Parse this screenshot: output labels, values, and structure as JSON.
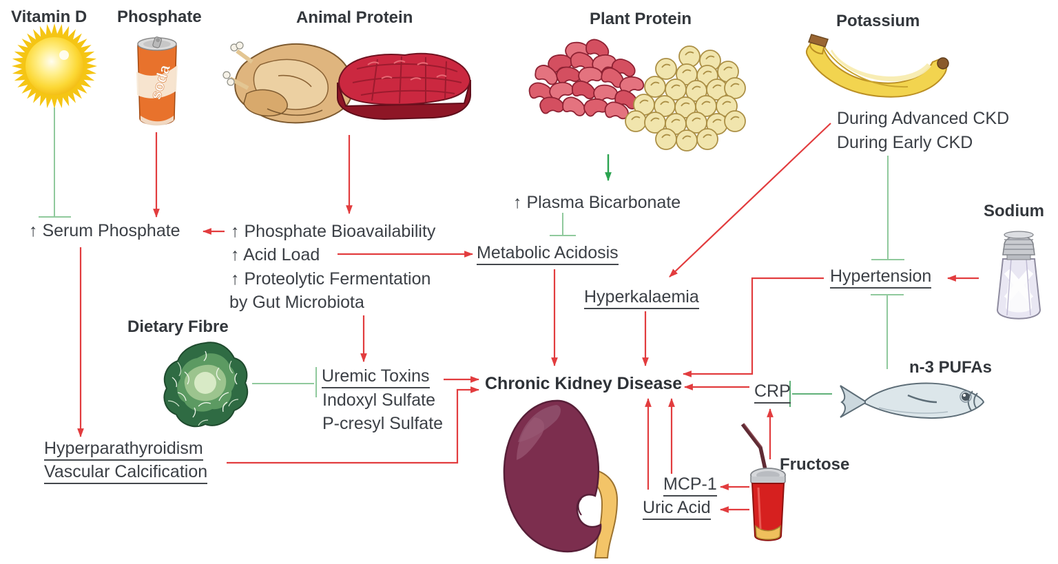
{
  "colors": {
    "promote_arrow_red": "#e23c3e",
    "inhibit_line_green": "#8fc99c",
    "promote_arrow_green": "#2aa34f",
    "text_ink": "#3c4046"
  },
  "factors": {
    "vitamin_d": "Vitamin D",
    "phosphate": "Phosphate",
    "animal_protein": "Animal Protein",
    "plant_protein": "Plant Protein",
    "potassium": "Potassium",
    "sodium": "Sodium",
    "dietary_fibre": "Dietary Fibre",
    "n3_pufas": "n-3 PUFAs",
    "fructose": "Fructose"
  },
  "soda_can_text": "soda",
  "potassium_notes": {
    "advanced": "During Advanced CKD",
    "early": "During Early CKD"
  },
  "nodes": {
    "serum_phosphate": "↑ Serum Phosphate",
    "phosphate_bioavailability": "↑ Phosphate Bioavailability",
    "acid_load": "↑ Acid Load",
    "proteolytic_fermentation": "↑ Proteolytic Fermentation",
    "by_gut_microbiota": "by Gut Microbiota",
    "plasma_bicarbonate": "↑ Plasma Bicarbonate",
    "metabolic_acidosis": "Metabolic Acidosis",
    "hyperkalaemia": "Hyperkalaemia",
    "hypertension": "Hypertension",
    "uremic_toxins": "Uremic Toxins",
    "indoxyl_sulfate": "Indoxyl Sulfate",
    "p_cresyl_sulfate": "P-cresyl Sulfate",
    "hyperparathyroidism": "Hyperparathyroidism",
    "vascular_calcification": "Vascular Calcification",
    "ckd": "Chronic Kidney Disease",
    "crp": "CRP",
    "mcp1": "MCP-1",
    "uric_acid": "Uric Acid"
  }
}
